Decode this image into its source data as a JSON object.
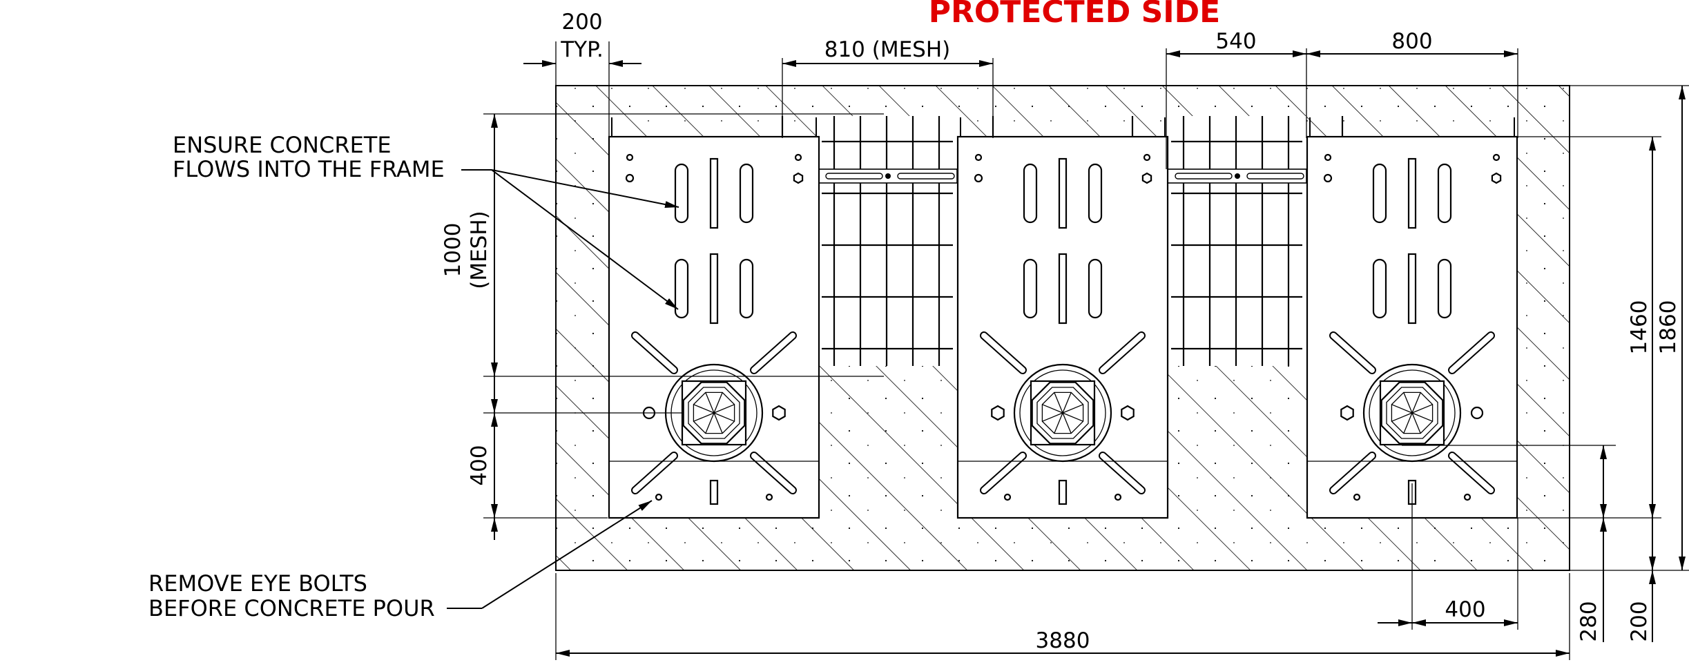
{
  "title": "PROTECTED SIDE",
  "dimensions": {
    "top_left_value": "200",
    "top_left_suffix": "TYP.",
    "mesh_width": "810 (MESH)",
    "gap_540": "540",
    "width_800": "800",
    "height_1460": "1460",
    "height_1860": "1860",
    "mesh_height_line1": "1000",
    "mesh_height_line2": "(MESH)",
    "height_400_left": "400",
    "width_400_bottom": "400",
    "total_width": "3880",
    "bottom_280": "280",
    "bottom_200": "200"
  },
  "notes": {
    "concrete_line1": "ENSURE CONCRETE",
    "concrete_line2": "FLOWS INTO THE FRAME",
    "eyebolts_line1": "REMOVE EYE BOLTS",
    "eyebolts_line2": "BEFORE CONCRETE POUR"
  },
  "colors": {
    "title": "#e00000",
    "line": "#000000",
    "background": "#ffffff"
  }
}
